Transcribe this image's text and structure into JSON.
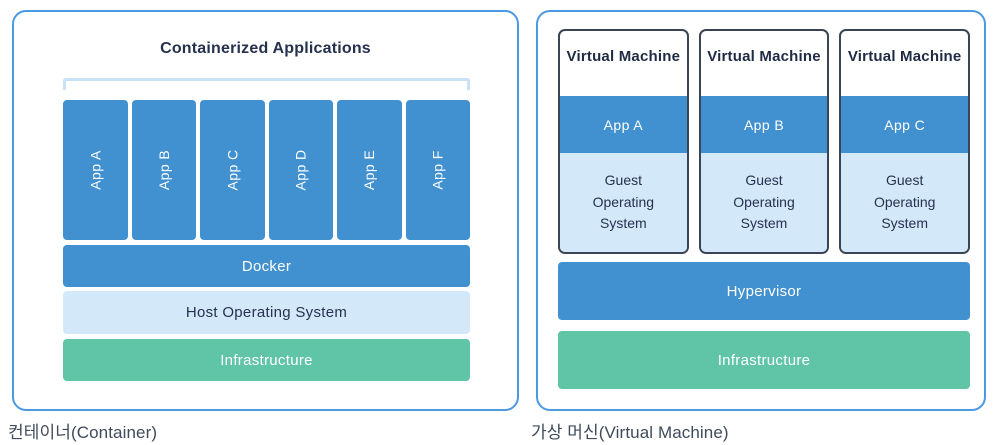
{
  "colors": {
    "bar_blue": "#4190CF",
    "bar_light_blue": "#D3E8F9",
    "bar_green": "#5FC5A6",
    "panel_border_blue": "#4C99E3",
    "vm_card_border": "#3A4454",
    "bracket_blue": "#C9E2F7",
    "dark_text": "#26314E",
    "caption_text": "#3F4B5B"
  },
  "left_panel": {
    "title": "Containerized Applications",
    "apps": [
      "App A",
      "App B",
      "App C",
      "App D",
      "App E",
      "App F"
    ],
    "layers": [
      {
        "label": "Docker",
        "style": "blue"
      },
      {
        "label": "Host Operating System",
        "style": "light-blue"
      },
      {
        "label": "Infrastructure",
        "style": "green"
      }
    ],
    "caption": "컨테이너(Container)"
  },
  "right_panel": {
    "vms": [
      {
        "title": "Virtual Machine",
        "app": "App A",
        "os": "Guest Operating System"
      },
      {
        "title": "Virtual Machine",
        "app": "App B",
        "os": "Guest Operating System"
      },
      {
        "title": "Virtual Machine",
        "app": "App C",
        "os": "Guest Operating System"
      }
    ],
    "layers": [
      {
        "label": "Hypervisor",
        "style": "blue"
      },
      {
        "label": "Infrastructure",
        "style": "green"
      }
    ],
    "caption": "가상 머신(Virtual Machine)"
  }
}
